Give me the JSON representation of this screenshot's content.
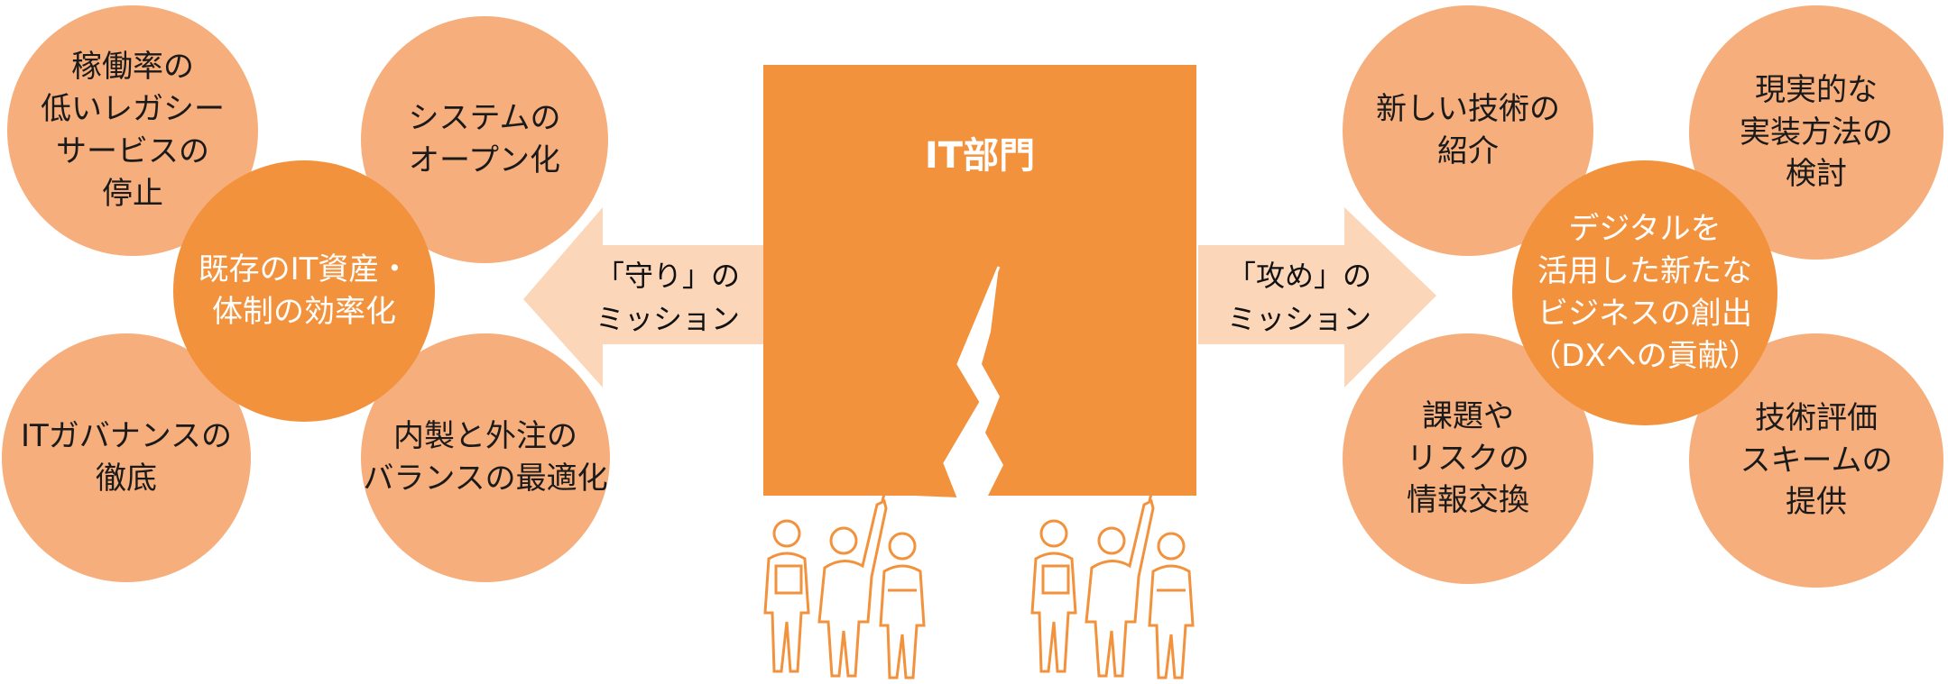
{
  "colors": {
    "orange": "#f3923d",
    "light_orange": "#f6ae7c",
    "arrow_fill": "#fcd6b8",
    "white": "#ffffff"
  },
  "center_box": {
    "title": "IT部門"
  },
  "left": {
    "center": "既存のIT資産・\n体制の効率化",
    "satellites": [
      "稼働率の\n低いレガシー\nサービスの\n停止",
      "システムの\nオープン化",
      "ITガバナンスの\n徹底",
      "内製と外注の\nバランスの最適化"
    ],
    "arrow_label": "「守り」の\nミッション"
  },
  "right": {
    "center": "デジタルを\n活用した新たな\nビジネスの創出\n（DXへの貢献）",
    "satellites": [
      "新しい技術の\n紹介",
      "現実的な\n実装方法の\n検討",
      "課題や\nリスクの\n情報交換",
      "技術評価\nスキームの\n提供"
    ],
    "arrow_label": "「攻め」の\nミッション"
  }
}
